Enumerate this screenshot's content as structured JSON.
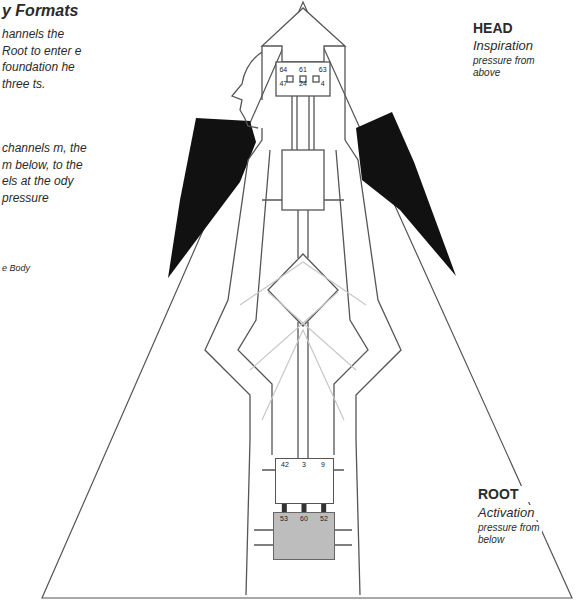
{
  "diagram": {
    "title": "y Formats",
    "nodes": [
      {
        "text": [
          "64",
          "61",
          "63",
          "47",
          "24",
          "4"
        ]
      },
      {
        "text": [
          "42",
          "3",
          "9"
        ]
      },
      {
        "text": [
          "53",
          "60",
          "52"
        ]
      }
    ],
    "edges": [
      {
        "from": 1,
        "to": 2,
        "arrow": "none"
      },
      {
        "from": 1,
        "to": 2,
        "arrow": "none"
      },
      {
        "from": 1,
        "to": 2,
        "arrow": "none"
      }
    ],
    "labels": [
      "hannels the Root to enter e foundation he three ts.",
      "channels m, the m below, to the els at the ody pressure",
      "e Body",
      "HEAD",
      "Inspiration",
      "pressure from above",
      "ROOT",
      "Activation",
      "pressure from below"
    ]
  }
}
